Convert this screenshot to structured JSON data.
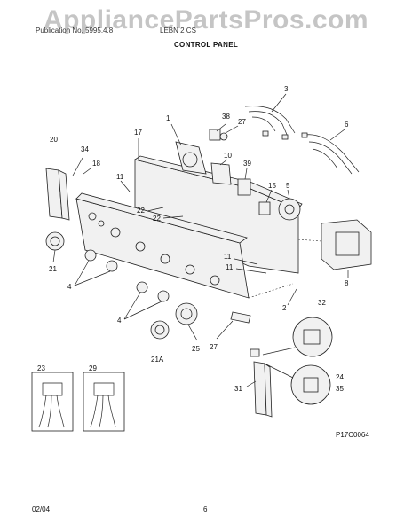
{
  "watermark": "AppliancePartsPros.com",
  "header": {
    "left": "Publication No. 5995.4.8",
    "right": "LEBN 2 CS",
    "title": "CONTROL PANEL"
  },
  "footer": {
    "date": "02/04",
    "page": "6"
  },
  "diagram_code": "P17C0064",
  "callouts": {
    "c1": "1",
    "c3": "3",
    "c6": "6",
    "c38": "38",
    "c27a": "27",
    "c20": "20",
    "c34": "34",
    "c17": "17",
    "c18": "18",
    "c10": "10",
    "c39": "39",
    "c11a": "11",
    "c15": "15",
    "c5": "5",
    "c22a": "22",
    "c22b": "22",
    "c21": "21",
    "c11b": "11",
    "c11c": "11",
    "c8": "8",
    "c4a": "4",
    "c2": "2",
    "c4b": "4",
    "c32": "32",
    "c27b": "27",
    "c25": "25",
    "c21a": "21A",
    "c23": "23",
    "c29": "29",
    "c24": "24",
    "c35": "35",
    "c31": "31"
  }
}
